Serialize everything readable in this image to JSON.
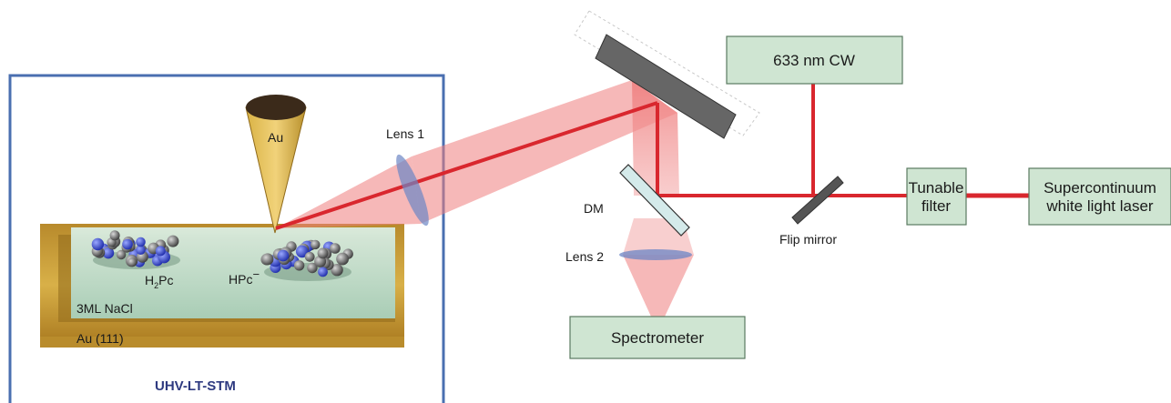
{
  "stm": {
    "title": "UHV-LT-STM",
    "tip_label": "Au",
    "molecule1": {
      "prefix": "H",
      "sub": "2",
      "suffix": "Pc"
    },
    "molecule2": {
      "base": "HPc",
      "sup": "−"
    },
    "nacl_label": "3ML NaCl",
    "substrate_label": "Au (111)"
  },
  "optics": {
    "lens1": "Lens 1",
    "lens2": "Lens 2",
    "dm": "DM",
    "flip_mirror": "Flip mirror"
  },
  "boxes": {
    "cw_laser": "633 nm CW",
    "tunable_filter": [
      "Tunable",
      "filter"
    ],
    "supercontinuum": [
      "Supercontinuum",
      "white light laser"
    ],
    "spectrometer": "Spectrometer"
  },
  "colors": {
    "frame": "#4a6fb0",
    "box_fill": "#cfe5d2",
    "beam": "#d9272e",
    "beam_glow": "#ef7d7d",
    "gold": "#c9a13c",
    "nacl": "#c7e4d6",
    "title": "#2e3a80"
  }
}
